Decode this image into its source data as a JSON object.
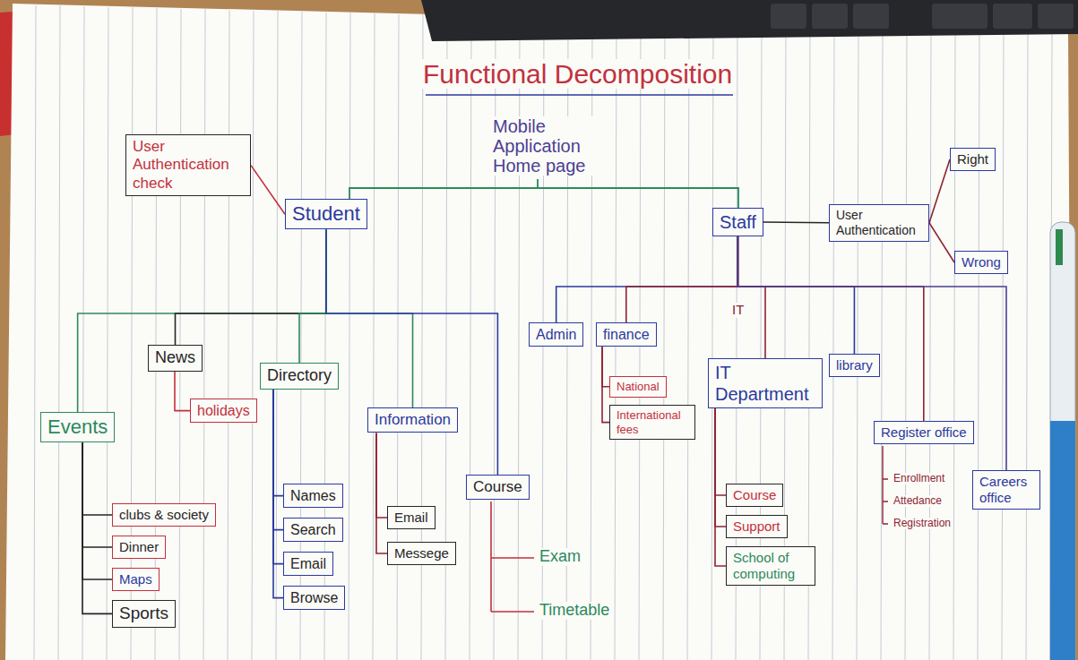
{
  "diagram": {
    "title": "Functional Decomposition",
    "nodes": [
      {
        "text": [
          "User Authentication check"
        ]
      },
      {
        "text": [
          "Student"
        ]
      },
      {
        "text": [
          "Staff"
        ]
      },
      {
        "text": [
          "User Authentication"
        ]
      },
      {
        "text": [
          "Right"
        ]
      },
      {
        "text": [
          "Wrong"
        ]
      },
      {
        "text": [
          "Events"
        ]
      },
      {
        "text": [
          "News"
        ]
      },
      {
        "text": [
          "holidays"
        ]
      },
      {
        "text": [
          "Directory"
        ]
      },
      {
        "text": [
          "Information"
        ]
      },
      {
        "text": [
          "Course"
        ]
      },
      {
        "text": [
          "clubs & society"
        ]
      },
      {
        "text": [
          "Dinner"
        ]
      },
      {
        "text": [
          "Maps"
        ]
      },
      {
        "text": [
          "Sports"
        ]
      },
      {
        "text": [
          "Names"
        ]
      },
      {
        "text": [
          "Search"
        ]
      },
      {
        "text": [
          "Email"
        ]
      },
      {
        "text": [
          "Browse"
        ]
      },
      {
        "text": [
          "Email"
        ]
      },
      {
        "text": [
          "Messege"
        ]
      },
      {
        "text": [
          "Admin"
        ]
      },
      {
        "text": [
          "finance"
        ]
      },
      {
        "text": [
          "National"
        ]
      },
      {
        "text": [
          "International fees"
        ]
      },
      {
        "text": [
          "IT Department"
        ]
      },
      {
        "text": [
          "library"
        ]
      },
      {
        "text": [
          "Register office"
        ]
      },
      {
        "text": [
          "Careers office"
        ]
      },
      {
        "text": [
          "Course"
        ]
      },
      {
        "text": [
          "Support"
        ]
      },
      {
        "text": [
          "School of computing"
        ]
      }
    ],
    "edges": [
      {
        "from": 0,
        "to": 1,
        "arrow": "none"
      },
      {
        "from": 2,
        "to": 3,
        "arrow": "none"
      },
      {
        "from": 3,
        "to": 4,
        "arrow": "none"
      },
      {
        "from": 3,
        "to": 5,
        "arrow": "none"
      },
      {
        "from": 1,
        "to": 6,
        "arrow": "none"
      },
      {
        "from": 1,
        "to": 7,
        "arrow": "none"
      },
      {
        "from": 1,
        "to": 9,
        "arrow": "none"
      },
      {
        "from": 1,
        "to": 10,
        "arrow": "none"
      },
      {
        "from": 1,
        "to": 11,
        "arrow": "none"
      },
      {
        "from": 7,
        "to": 8,
        "arrow": "none"
      },
      {
        "from": 6,
        "to": 12,
        "arrow": "none"
      },
      {
        "from": 6,
        "to": 13,
        "arrow": "none"
      },
      {
        "from": 6,
        "to": 14,
        "arrow": "none"
      },
      {
        "from": 6,
        "to": 15,
        "arrow": "none"
      },
      {
        "from": 9,
        "to": 16,
        "arrow": "none"
      },
      {
        "from": 9,
        "to": 17,
        "arrow": "none"
      },
      {
        "from": 9,
        "to": 18,
        "arrow": "none"
      },
      {
        "from": 9,
        "to": 19,
        "arrow": "none"
      },
      {
        "from": 10,
        "to": 20,
        "arrow": "none"
      },
      {
        "from": 10,
        "to": 21,
        "arrow": "none"
      },
      {
        "from": 2,
        "to": 22,
        "arrow": "none"
      },
      {
        "from": 2,
        "to": 23,
        "arrow": "none"
      },
      {
        "from": 2,
        "to": 26,
        "arrow": "none"
      },
      {
        "from": 2,
        "to": 27,
        "arrow": "none"
      },
      {
        "from": 2,
        "to": 28,
        "arrow": "none"
      },
      {
        "from": 2,
        "to": 29,
        "arrow": "none"
      },
      {
        "from": 23,
        "to": 24,
        "arrow": "none"
      },
      {
        "from": 23,
        "to": 25,
        "arrow": "none"
      },
      {
        "from": 26,
        "to": 30,
        "arrow": "none"
      },
      {
        "from": 26,
        "to": 31,
        "arrow": "none"
      },
      {
        "from": 26,
        "to": 32,
        "arrow": "none"
      }
    ],
    "labels": [
      "Mobile Application Home page",
      "IT",
      "Exam",
      "Timetable",
      "Enrollment",
      "Attedance",
      "Registration"
    ]
  }
}
